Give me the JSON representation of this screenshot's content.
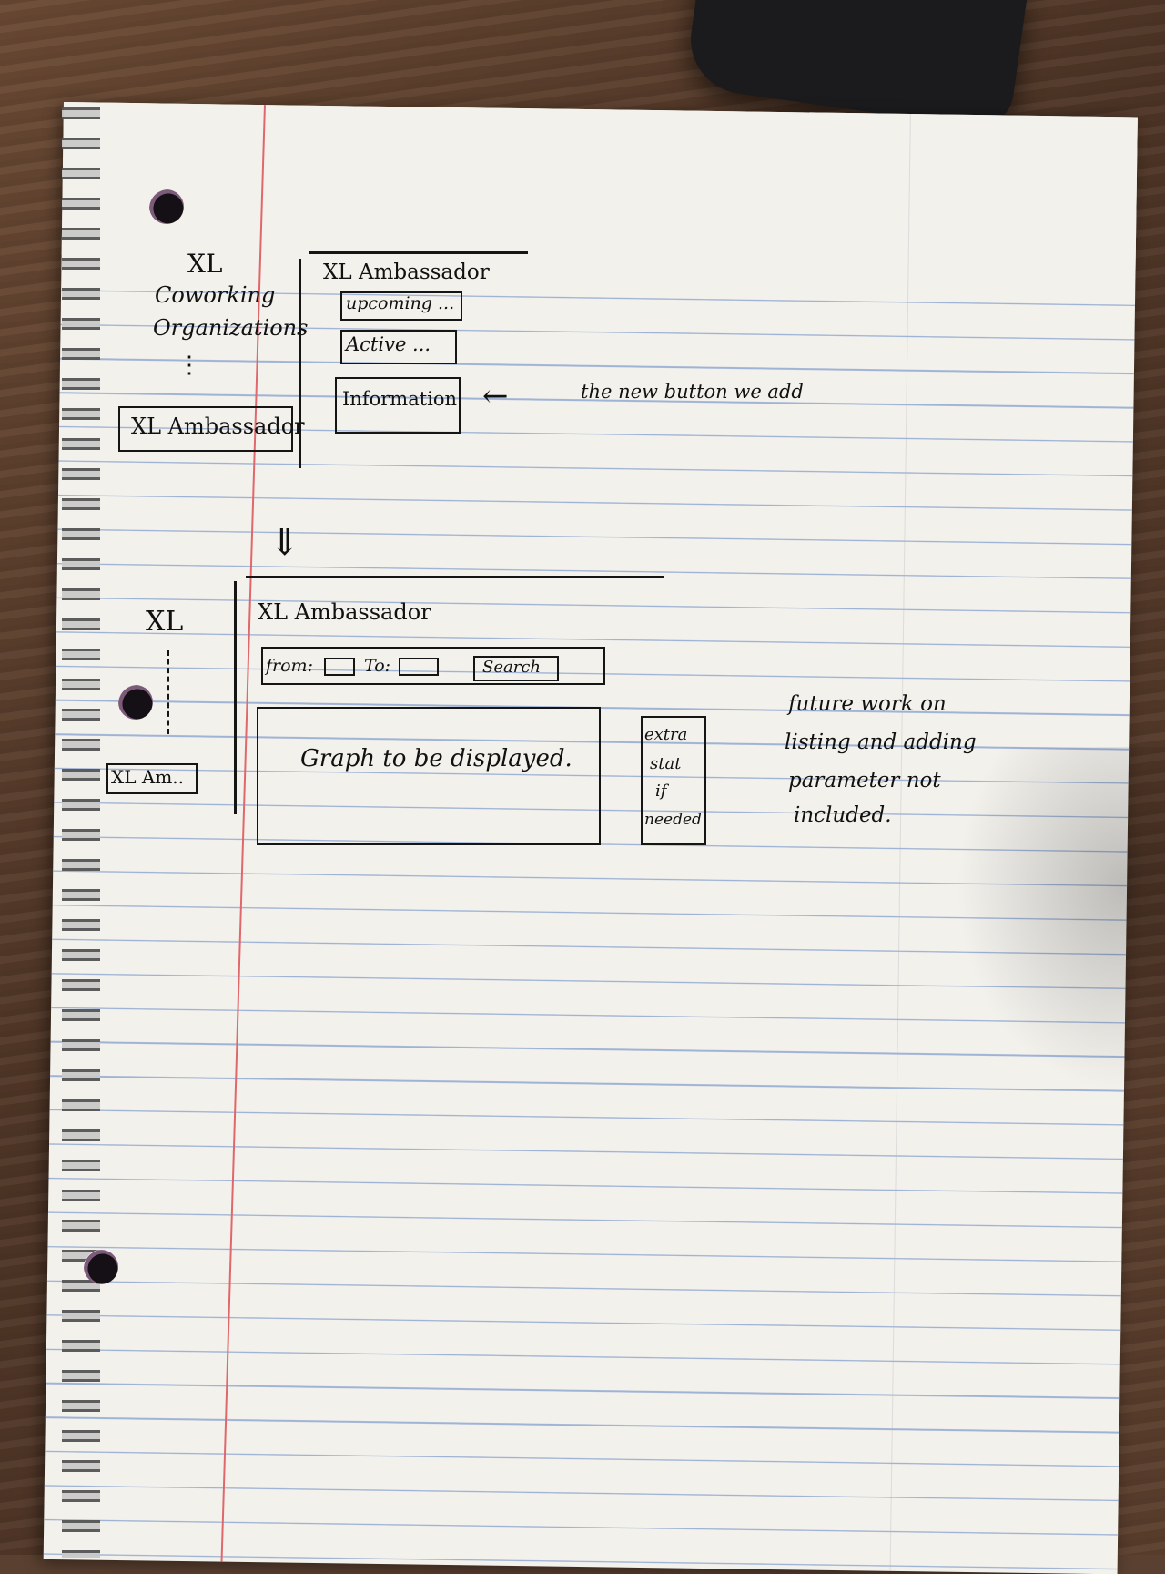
{
  "sketch_top": {
    "sidebar": {
      "brand": "XL",
      "item_coworking": "Coworking",
      "item_organizations": "Organizations",
      "ellipsis": "⋮",
      "selected_item": "XL Ambassador"
    },
    "panel": {
      "title": "XL Ambassador",
      "btn_upcoming": "upcoming ...",
      "btn_active": "Active ...",
      "btn_information": "Information"
    },
    "annotation": "the new button we add",
    "arrow_left": "←"
  },
  "transition_arrow": "⇓",
  "sketch_bottom": {
    "sidebar": {
      "brand": "XL",
      "selected_item": "XL Am.."
    },
    "panel": {
      "title": "XL Ambassador",
      "from_label": "from:",
      "to_label": "To:",
      "search_button": "Search",
      "graph_placeholder": "Graph to be displayed.",
      "stat_lines": [
        "extra",
        "stat",
        "if",
        "needed"
      ]
    },
    "annotation_lines": [
      "future work on",
      "listing and adding",
      "parameter not",
      "included."
    ]
  },
  "colors": {
    "ink": "#111111",
    "margin_rule": "#e0686c",
    "line_rule": "#9fb3d4",
    "paper": "#f3f1ec"
  }
}
